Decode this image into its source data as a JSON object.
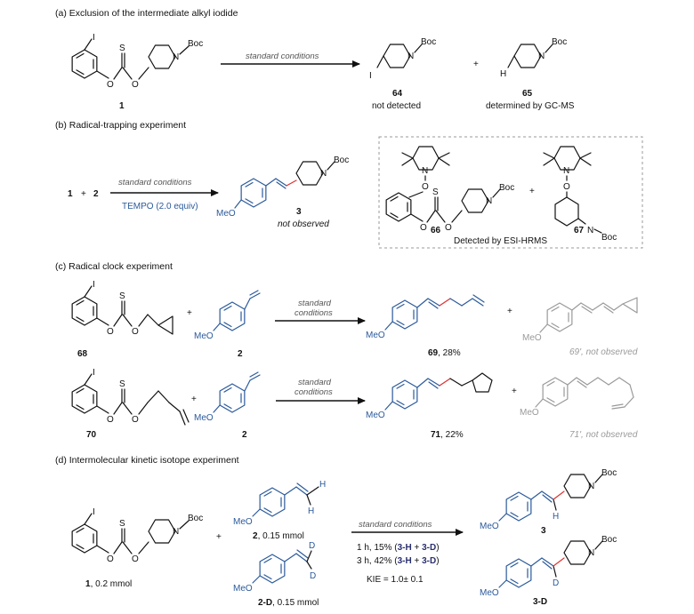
{
  "sections": {
    "a": "(a) Exclusion of the intermediate alkyl iodide",
    "b": "(b) Radical-trapping experiment",
    "c": "(c) Radical clock experiment",
    "d": "(d) Intermolecular kinetic isotope experiment"
  },
  "atoms": {
    "I": "I",
    "S": "S",
    "O": "O",
    "N": "N",
    "H": "H",
    "D": "D",
    "Boc": "Boc",
    "MeO": "MeO",
    "plus": "+"
  },
  "a": {
    "cmpd1": "1",
    "cond": "standard conditions",
    "cmpd64": "64",
    "note64": "not detected",
    "cmpd65": "65",
    "note65": "determined by GC-MS"
  },
  "b": {
    "reactant1": "1",
    "reactant2": "2",
    "cond_top": "standard conditions",
    "cond_bottom": "TEMPO (2.0 equiv)",
    "cmpd3": "3",
    "note3": "not observed",
    "cmpd66": "66",
    "cmpd67": "67",
    "detected": "Detected by ESI-HRMS"
  },
  "c": {
    "cond_line1": "standard",
    "cond_line2": "conditions",
    "cmpd68": "68",
    "cmpd2a": "2",
    "cmpd69_num": "69",
    "cmpd69_yield": ", 28%",
    "cmpd69p": "69', not observed",
    "cmpd70": "70",
    "cmpd2b": "2",
    "cmpd71_num": "71",
    "cmpd71_yield": ", 22%",
    "cmpd71p": "71', not observed"
  },
  "d": {
    "cmpd1_num": "1",
    "cmpd1_amt": ", 0.2 mmol",
    "cmpd2_num": "2",
    "cmpd2_amt": ", 0.15 mmol",
    "cmpd2D_num": "2-D",
    "cmpd2D_amt": ", 0.15 mmol",
    "cond": "standard conditions",
    "line1_pre": "1 h, 15% (",
    "line1_H": "3-H",
    "line1_mid": " + ",
    "line1_D": "3-D",
    "line1_post": ")",
    "line2_pre": "3 h, 42% (",
    "line2_H": "3-H",
    "line2_mid": " + ",
    "line2_D": "3-D",
    "line2_post": ")",
    "kie": "KIE = 1.0± 0.1",
    "cmpd3": "3",
    "cmpd3D": "3-D"
  },
  "colors": {
    "blue": "#2b5a9b",
    "red": "#e0302f",
    "gray": "#9a9a9a",
    "navy": "#2a2f6e"
  }
}
